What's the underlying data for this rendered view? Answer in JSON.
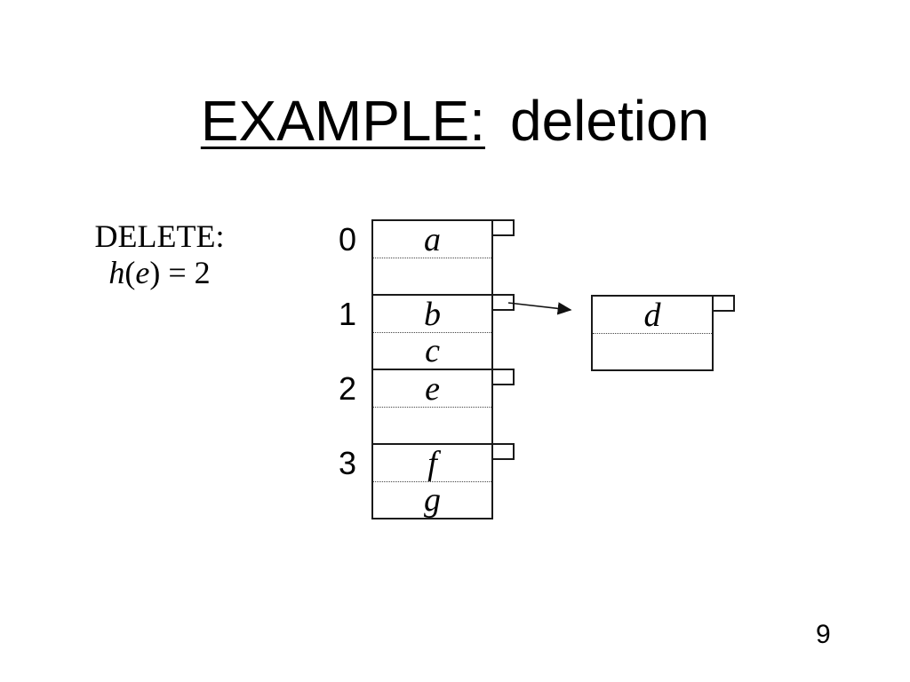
{
  "slide": {
    "title": {
      "highlight": "EXAMPLE:",
      "rest": "deletion"
    },
    "page_number": "9"
  },
  "annotation": {
    "heading": "DELETE:",
    "expression": {
      "func": "h",
      "open": "(",
      "arg": "e",
      "close": ")",
      "rel": "=",
      "value": "2"
    }
  },
  "hash_table": {
    "buckets": [
      {
        "index": "0",
        "slot1": "a",
        "slot2": ""
      },
      {
        "index": "1",
        "slot1": "b",
        "slot2": "c"
      },
      {
        "index": "2",
        "slot1": "e",
        "slot2": ""
      },
      {
        "index": "3",
        "slot1": "f",
        "slot2": "g"
      }
    ]
  },
  "overflow": {
    "slot1": "d",
    "slot2": ""
  },
  "colors": {
    "background": "#ffffff",
    "line": "#1a1a1a",
    "text": "#000000",
    "dotted_divider": "#444444"
  }
}
